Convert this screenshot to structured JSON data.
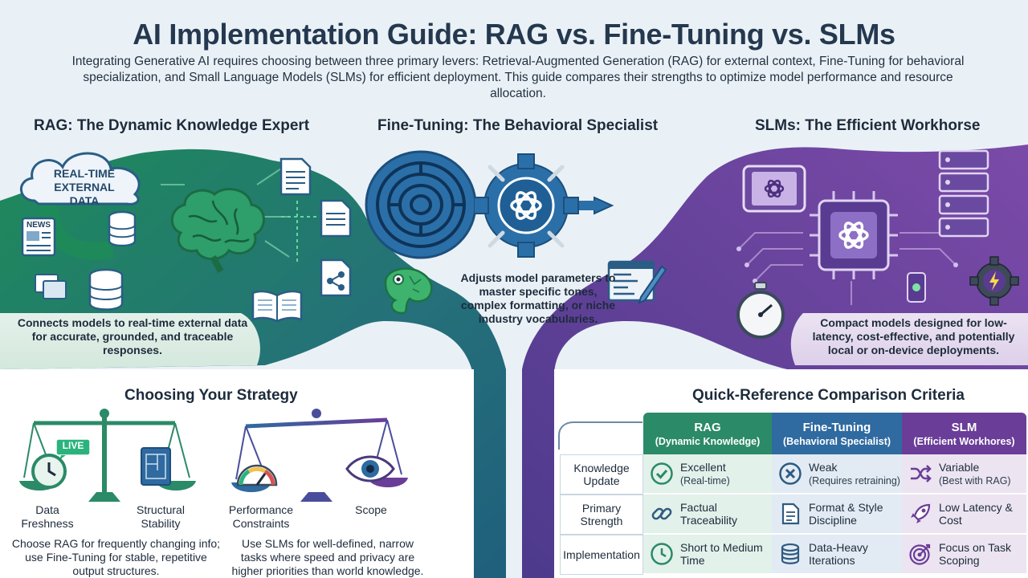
{
  "title": "AI Implementation Guide: RAG vs. Fine-Tuning vs. SLMs",
  "intro": "Integrating Generative AI requires choosing between three primary levers: Retrieval-Augmented Generation (RAG) for external context, Fine-Tuning for behavioral specialization, and Small Language Models (SLMs) for efficient deployment. This guide compares their strengths to optimize model performance and resource allocation.",
  "rag": {
    "title": "RAG: The Dynamic Knowledge Expert",
    "cloud_label_1": "REAL-TIME",
    "cloud_label_2": "EXTERNAL DATA",
    "news_label": "NEWS",
    "caption": "Connects models to real-time external data for accurate, grounded, and traceable responses."
  },
  "ft": {
    "title": "Fine-Tuning: The Behavioral Specialist",
    "caption": "Adjusts model parameters to master specific tones, complex formatting, or niche industry vocabularies."
  },
  "slm": {
    "title": "SLMs: The Efficient Workhorse",
    "caption": "Compact models designed for low-latency, cost-effective, and potentially local or on-device deployments."
  },
  "strategy": {
    "title": "Choosing Your Strategy",
    "live_badge": "LIVE",
    "scale1_left": "Data Freshness",
    "scale1_right": "Structural Stability",
    "scale1_text": "Choose RAG for frequently changing info; use Fine-Tuning for stable, repetitive output structures.",
    "scale2_left": "Performance Constraints",
    "scale2_right": "Scope",
    "scale2_text": "Use SLMs for well-defined, narrow tasks where speed and privacy are higher priorities than world knowledge."
  },
  "comparison": {
    "title": "Quick-Reference Comparison Criteria",
    "headers": [
      {
        "title": "RAG",
        "subtitle": "(Dynamic Knowledge)"
      },
      {
        "title": "Fine-Tuning",
        "subtitle": "(Behavioral Specialist)"
      },
      {
        "title": "SLM",
        "subtitle": "(Efficient Workhores)"
      }
    ],
    "rows": [
      {
        "label": "Knowledge Update",
        "cells": [
          {
            "icon": "check-icon",
            "text": "Excellent",
            "sub": "(Real-time)"
          },
          {
            "icon": "x-circle-icon",
            "text": "Weak",
            "sub": "(Requires retraining)"
          },
          {
            "icon": "shuffle-icon",
            "text": "Variable",
            "sub": "(Best with RAG)"
          }
        ]
      },
      {
        "label": "Primary Strength",
        "cells": [
          {
            "icon": "link-icon",
            "text": "Factual Traceability",
            "sub": ""
          },
          {
            "icon": "document-icon",
            "text": "Format & Style Discipline",
            "sub": ""
          },
          {
            "icon": "rocket-icon",
            "text": "Low Latency & Cost",
            "sub": ""
          }
        ]
      },
      {
        "label": "Implementation",
        "cells": [
          {
            "icon": "clock-icon",
            "text": "Short to Medium Time",
            "sub": ""
          },
          {
            "icon": "database-icon",
            "text": "Data-Heavy Iterations",
            "sub": ""
          },
          {
            "icon": "target-icon",
            "text": "Focus on Task Scoping",
            "sub": ""
          }
        ]
      }
    ]
  },
  "colors": {
    "rag_green": "#2b8a67",
    "ft_blue": "#2f6aa0",
    "slm_purple": "#6a3d98"
  }
}
